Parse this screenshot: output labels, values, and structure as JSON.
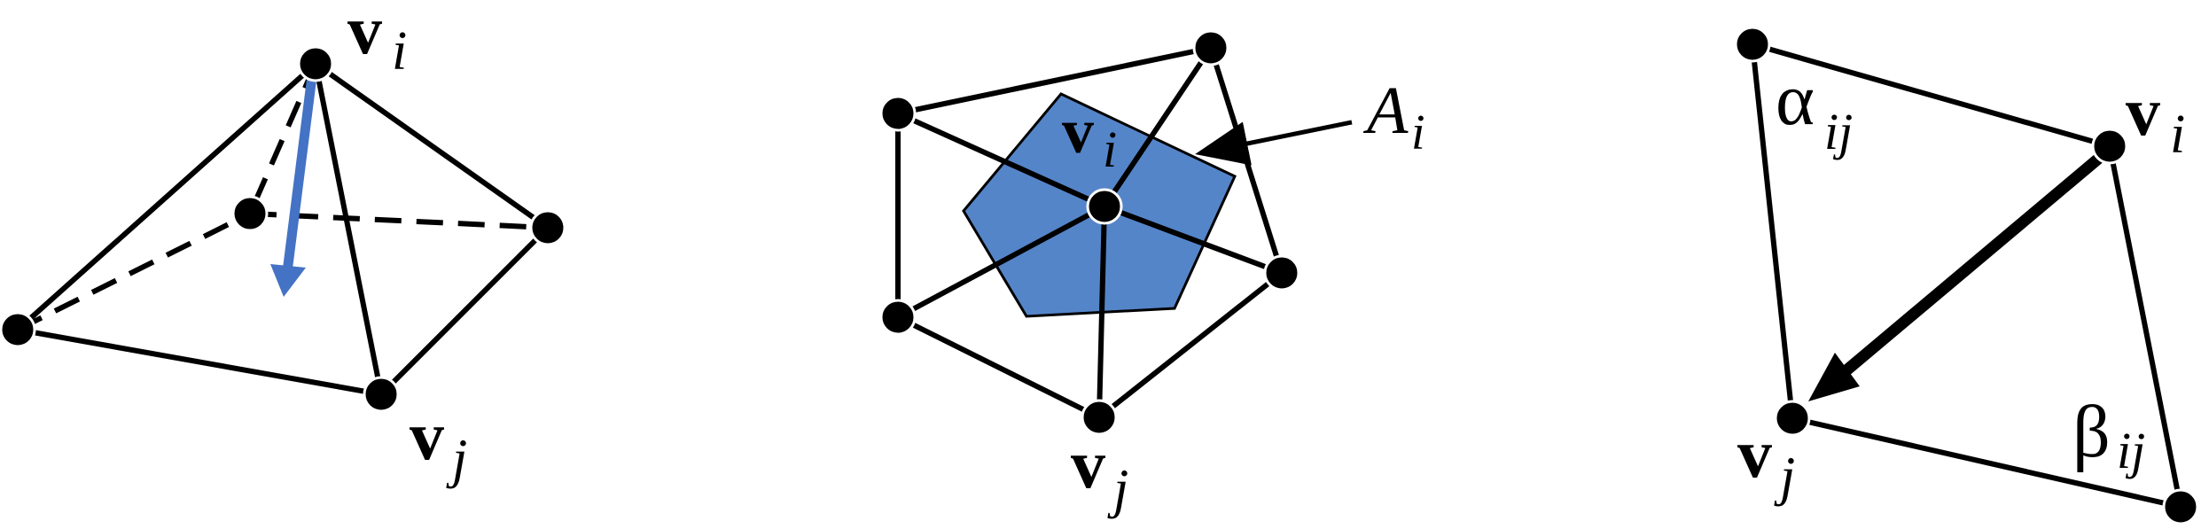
{
  "labels": {
    "left_vi_main": "v",
    "left_vi_sub": "i",
    "left_vj_main": "v",
    "left_vj_sub": "j",
    "mid_vi_main": "v",
    "mid_vi_sub": "i",
    "mid_vj_main": "v",
    "mid_vj_sub": "j",
    "mid_area_main": "A",
    "mid_area_sub": "i",
    "right_vi_main": "v",
    "right_vi_sub": "i",
    "right_vj_main": "v",
    "right_vj_sub": "j",
    "right_alpha_main": "α",
    "right_alpha_sub": "ij",
    "right_beta_main": "β",
    "right_beta_sub": "ij"
  },
  "colors": {
    "edge": "#000000",
    "vertex": "#000000",
    "vertex_outline": "#ffffff",
    "highlight_arrow": "#4472c4",
    "area_fill": "#5585c9"
  }
}
